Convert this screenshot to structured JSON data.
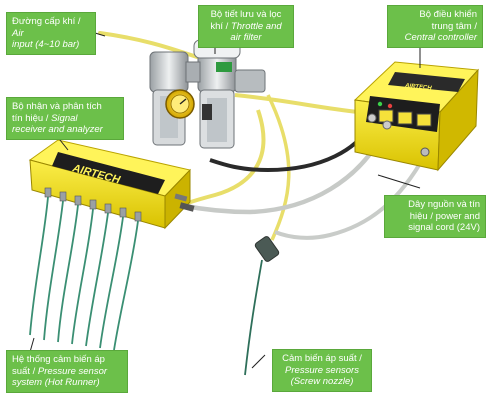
{
  "callouts": {
    "air_input": {
      "line1": "Đường cấp khí / ",
      "line1_em": "Air",
      "line2_em": "input (4~10 bar)"
    },
    "throttle": {
      "line1": "Bộ tiết lưu và lọc",
      "line2": "khí / ",
      "line2_em": "Throttle and",
      "line3_em": "air filter"
    },
    "central": {
      "line1": "Bộ điều khiển",
      "line2": "trung tâm /",
      "line3_em": "Central controller"
    },
    "receiver": {
      "line1": "Bộ nhận và phân tích",
      "line2": "tín hiệu / ",
      "line2_em": "Signal",
      "line3_em": "receiver and analyzer"
    },
    "power": {
      "line1": "Dây nguồn và tín",
      "line2": "hiệu / power and",
      "line3": "signal cord (24V)"
    },
    "hot_runner": {
      "line1": "Hệ thống cảm biến áp",
      "line2": "suất / ",
      "line2_em": "Pressure sensor",
      "line3_em": "system (Hot Runner)"
    },
    "screw": {
      "line1": "Cảm biến áp suất /",
      "line2_em": "Pressure sensors",
      "line3_em": "(Screw nozzle)"
    }
  },
  "brand": {
    "receiver_logo": "AIRTECH",
    "controller_logo": "AIRTECH"
  },
  "colors": {
    "callout_bg": "#6cc04a",
    "box_yellow": "#f2df18",
    "box_dark": "#2b2b2b",
    "tube_yellow": "#e8de6a",
    "cord_gray": "#c9ccc9"
  }
}
